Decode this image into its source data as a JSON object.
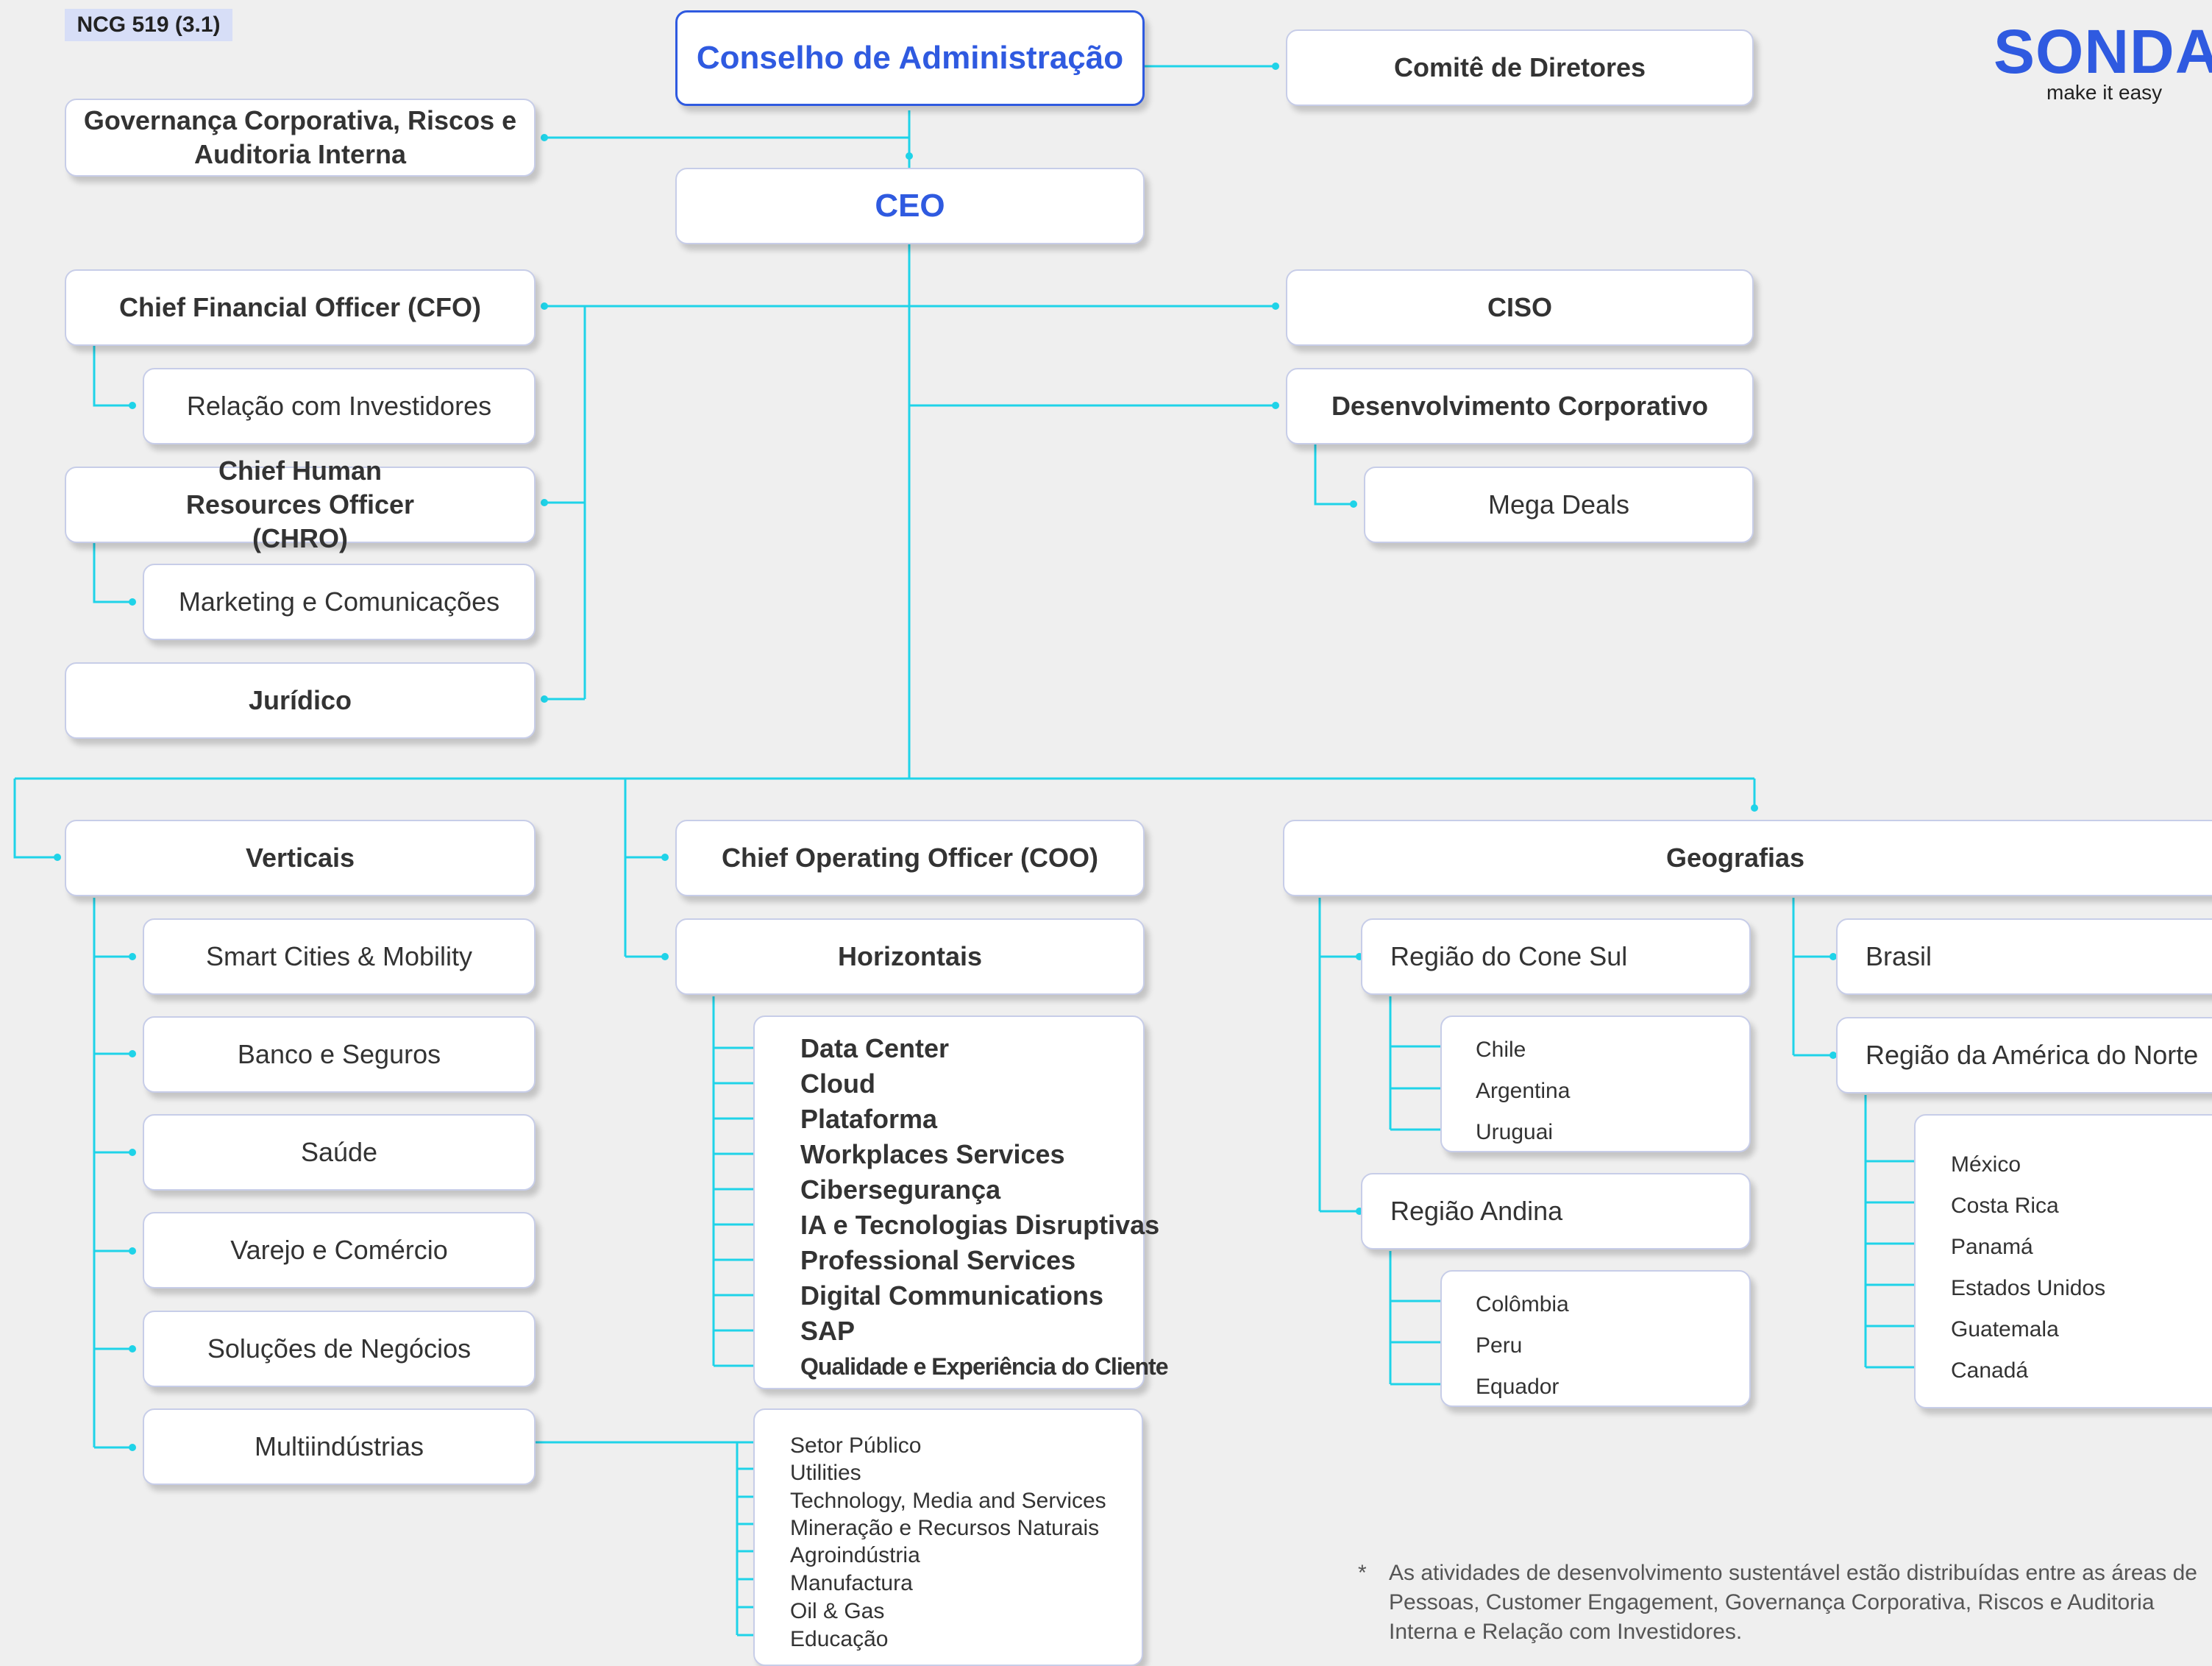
{
  "tag": "NCG 519 (3.1)",
  "logo": {
    "word": "SONDA",
    "slogan": "make it easy"
  },
  "board": "Conselho de Administração",
  "committee": "Comitê de Diretores",
  "governance": "Governança Corporativa, Riscos e Auditoria Interna",
  "ceo": "CEO",
  "cfo": "Chief Financial Officer (CFO)",
  "investor_relations": "Relação com Investidores",
  "chro": "Chief Human Resources Officer (CHRO)",
  "marketing": "Marketing e Comunicações",
  "legal": "Jurídico",
  "ciso": "CISO",
  "corp_dev": "Desenvolvimento Corporativo",
  "mega_deals": "Mega Deals",
  "verticais": {
    "title": "Verticais",
    "items": [
      "Smart Cities & Mobility",
      "Banco e Seguros",
      "Saúde",
      "Varejo e Comércio",
      "Soluções de Negócios",
      "Multiindústrias"
    ]
  },
  "multiindustrias_items": [
    "Setor Público",
    "Utilities",
    "Technology, Media and Services",
    "Mineração e Recursos Naturais",
    "Agroindústria",
    "Manufactura",
    "Oil & Gas",
    "Educação"
  ],
  "coo": "Chief Operating Officer (COO)",
  "horizontais": {
    "title": "Horizontais",
    "items": [
      "Data Center",
      "Cloud",
      "Plataforma",
      "Workplaces Services",
      "Cibersegurança",
      "IA e Tecnologias Disruptivas",
      "Professional Services",
      "Digital Communications",
      "SAP",
      "Qualidade e Experiência do Cliente"
    ]
  },
  "geografias": {
    "title": "Geografias",
    "cone_sul": {
      "title": "Região do Cone Sul",
      "items": [
        "Chile",
        "Argentina",
        "Uruguai"
      ]
    },
    "andina": {
      "title": "Região Andina",
      "items": [
        "Colômbia",
        "Peru",
        "Equador"
      ]
    },
    "brasil": "Brasil",
    "america_norte": {
      "title": "Região da América do Norte",
      "items": [
        "México",
        "Costa Rica",
        "Panamá",
        "Estados Unidos",
        "Guatemala",
        "Canadá"
      ]
    }
  },
  "footnote": {
    "star": "*",
    "text": "As atividades de desenvolvimento sustentável estão distribuídas entre as áreas de Pessoas, Customer Engagement, Governança Corporativa, Riscos e Auditoria Interna e Relação com Investidores."
  },
  "colors": {
    "accent": "#2f5ae0",
    "connector": "#1fd3e8",
    "tag_bg": "#d7def7"
  }
}
